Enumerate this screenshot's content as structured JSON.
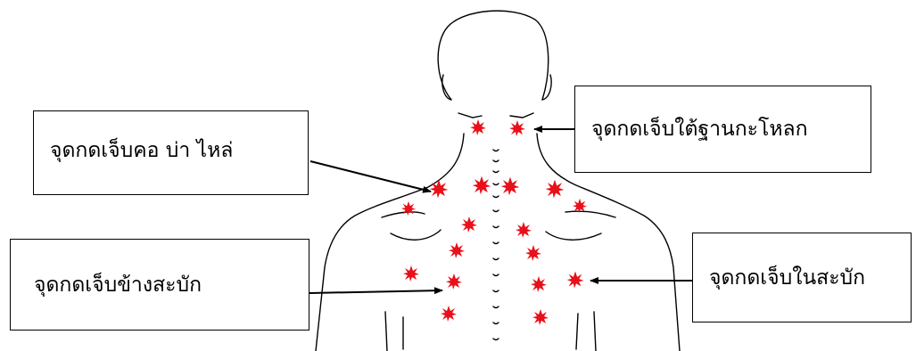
{
  "labels": {
    "neck_shoulder": "จุดกดเจ็บคอ บ่า ไหล่",
    "below_skull": "จุดกดเจ็บใต้ฐานกะโหลก",
    "beside_scapula": "จุดกดเจ็บข้างสะบัก",
    "in_scapula": "จุดกดเจ็บในสะบัก"
  },
  "colors": {
    "tender_point": "#e8101a",
    "outline": "#000000"
  }
}
